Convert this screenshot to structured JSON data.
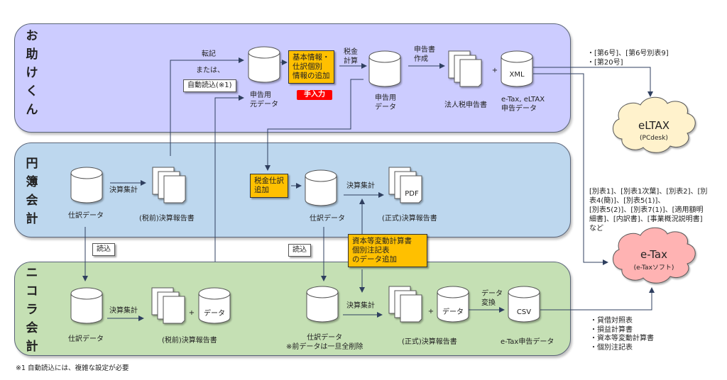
{
  "lanes": {
    "otasukekun": {
      "title_chars": [
        "お",
        "助",
        "け",
        "く",
        "ん"
      ],
      "color": "#ccccff"
    },
    "yayoi": {
      "title_chars": [
        "円",
        "簿",
        "会",
        "計"
      ],
      "color": "#bdd7ee"
    },
    "nikora": {
      "title_chars": [
        "ニ",
        "コ",
        "ラ",
        "会",
        "計"
      ],
      "color": "#c5e0b4"
    }
  },
  "otasukekun": {
    "transfer_label": "転記",
    "or_label": "または、",
    "auto_read_box": "自動読込(※1)",
    "source_data_label": [
      "申告用",
      "元データ"
    ],
    "info_box": [
      "基本情報・",
      "仕訳個別",
      "情報の追加"
    ],
    "manual_badge": "手入力",
    "tax_calc_label": [
      "税金",
      "計算"
    ],
    "filing_data_label": [
      "申告用",
      "データ"
    ],
    "create_label": [
      "申告書",
      "作成"
    ],
    "corp_tax_doc_label": "法人税申告書",
    "plus": "+",
    "xml_cylinder": "XML",
    "etax_eltax_label": [
      "e-Tax, eLTAX",
      "申告データ"
    ]
  },
  "yayoi": {
    "journal_data_label": "仕訳データ",
    "aggregate_label_1": "決算集計",
    "pretax_report_label": "(税前)決算報告書",
    "tax_journal_box": [
      "税金仕訳",
      "追加"
    ],
    "journal_data_label_2": "仕訳データ",
    "aggregate_label_2": "決算集計",
    "pdf_label": "PDF",
    "formal_report_label": "(正式)決算報告書"
  },
  "between": {
    "read_box_1": "読込",
    "read_box_2": "読込",
    "equity_box": [
      "資本等変動計算書",
      "個別注記表",
      "のデータ追加"
    ]
  },
  "nikora": {
    "journal_data_label": "仕訳データ",
    "aggregate_label_1": "決算集計",
    "plus_1": "+",
    "data_cylinder_1": "データ",
    "pretax_report_label": "(税前)決算報告書",
    "journal_data_label_2": [
      "仕訳データ",
      "※前データは一旦全削除"
    ],
    "aggregate_label_2": "決算集計",
    "plus_2": "+",
    "data_cylinder_2": "データ",
    "formal_report_label": "(正式)決算報告書",
    "convert_label": [
      "データ",
      "変換"
    ],
    "csv_cylinder": "CSV",
    "etax_data_label": "e-Tax申告データ"
  },
  "eltax": {
    "forms_note": [
      "・[第6号]、[第6号別表9]",
      "・[第20号]"
    ],
    "cloud_title": "eLTAX",
    "cloud_sub": "(PCdesk)",
    "cloud_color": "#fff2cc"
  },
  "etax": {
    "forms_note": [
      "[別表1]、[別表1次葉]、[別表2]、[別",
      "表4(簡)]、[別表5(1)]、",
      "[別表5(2)]、[別表7(1)]、[適用額明",
      "細書]、[内訳書]、[事業概況説明書]",
      "など"
    ],
    "cloud_title": "e-Tax",
    "cloud_sub": "(e-Taxソフト)",
    "cloud_color": "#ffb3b3",
    "csv_forms_note": [
      "・貸借対照表",
      "・損益計算書",
      "・資本等変動計算書",
      "・個別注記表"
    ]
  },
  "footnote": "※1 自動読込には、複雑な設定が必要",
  "colors": {
    "accent_yellow": "#ffc000",
    "badge_red": "#ff0000",
    "line": "#2f3f5f"
  }
}
